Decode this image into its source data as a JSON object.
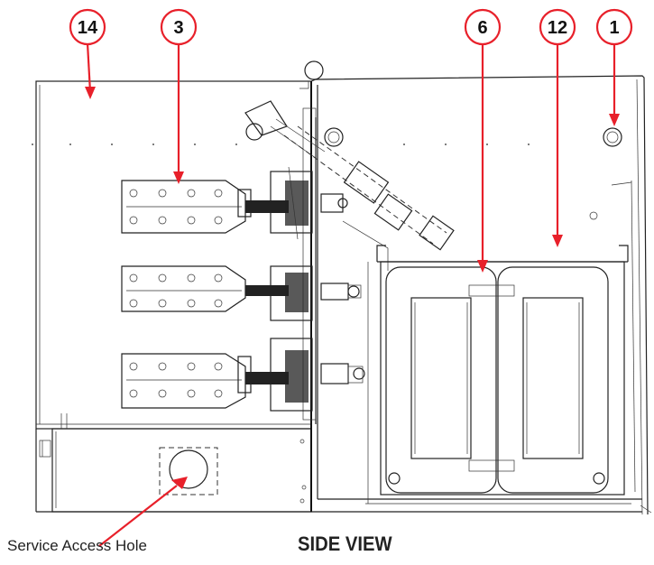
{
  "callouts": [
    {
      "id": "14",
      "label": "14"
    },
    {
      "id": "3",
      "label": "3"
    },
    {
      "id": "6",
      "label": "6"
    },
    {
      "id": "12",
      "label": "12"
    },
    {
      "id": "1",
      "label": "1"
    }
  ],
  "captions": {
    "service_access": "Service Access Hole",
    "view_title": "SIDE VIEW"
  },
  "colors": {
    "callout_red": "#e8202a",
    "line_black": "#222222"
  }
}
